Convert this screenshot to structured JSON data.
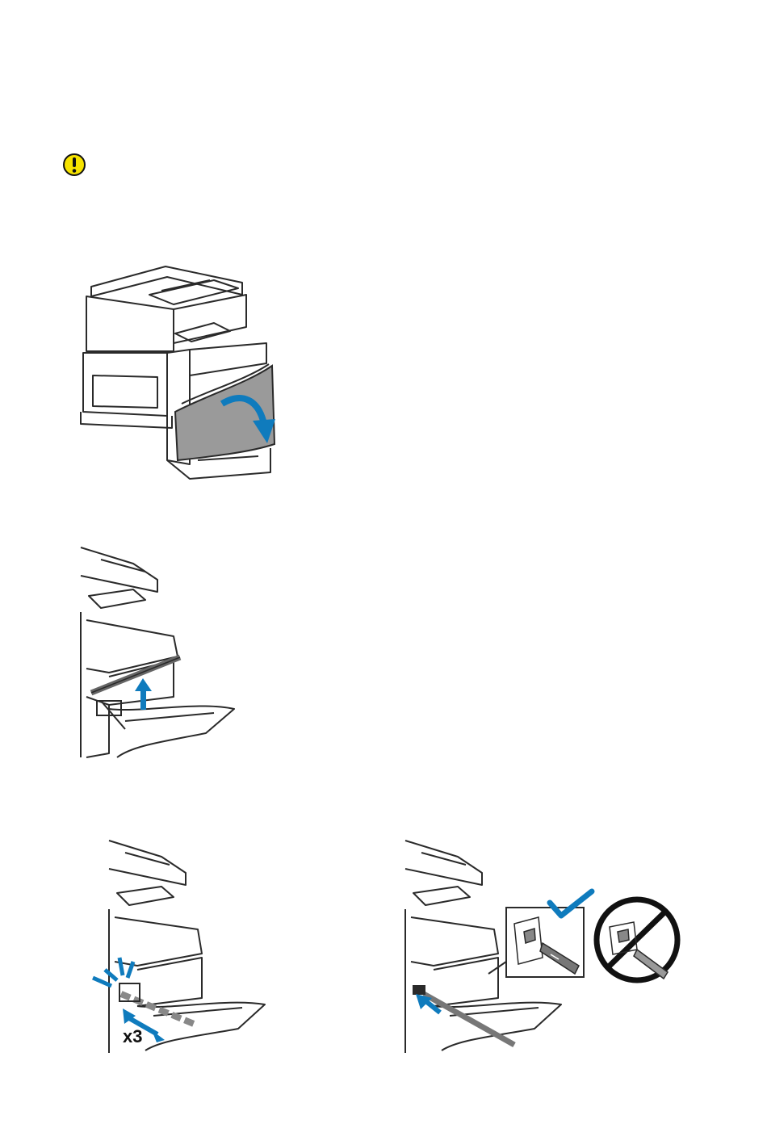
{
  "caution": {
    "icon": "caution-icon"
  },
  "figures": [
    {
      "name": "open-front-door",
      "icon": "printer-open-door-illustration"
    },
    {
      "name": "lift-cleaning-rod",
      "icon": "cleaning-rod-removal-illustration"
    },
    {
      "name": "clean-printhead",
      "icon": "cleaning-rod-insert-illustration",
      "repeat_label": "x3"
    },
    {
      "name": "insert-correct-orientation",
      "icon": "correct-vs-incorrect-orientation-illustration"
    }
  ],
  "colors": {
    "accent": "#0f7bbd",
    "warning": "#f6e300",
    "panel": "#9a9a9a",
    "line": "#2a2a2a"
  }
}
